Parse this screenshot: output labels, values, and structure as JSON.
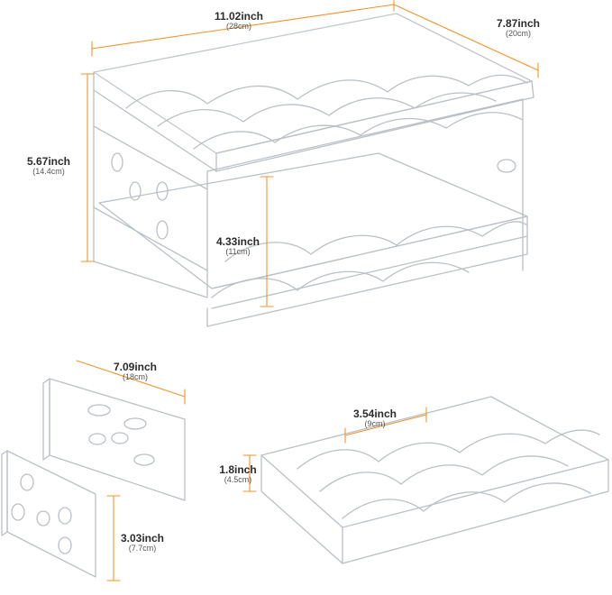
{
  "accent_color": "#f0932b",
  "outline_color": "#b9c0c6",
  "product": "clear stackable bottle rack illustration",
  "dimensions": {
    "width_top": {
      "main": "11.02inch",
      "sub": "(28cm)"
    },
    "depth_top": {
      "main": "7.87inch",
      "sub": "(20cm)"
    },
    "height_total": {
      "main": "5.67inch",
      "sub": "(14.4cm)"
    },
    "height_inner": {
      "main": "4.33inch",
      "sub": "(11cm)"
    },
    "side_long": {
      "main": "7.09inch",
      "sub": "(18cm)"
    },
    "side_height": {
      "main": "3.03inch",
      "sub": "(7.7cm)"
    },
    "tray_spacing": {
      "main": "3.54inch",
      "sub": "(9cm)"
    },
    "tray_height": {
      "main": "1.8inch",
      "sub": "(4.5cm)"
    }
  }
}
